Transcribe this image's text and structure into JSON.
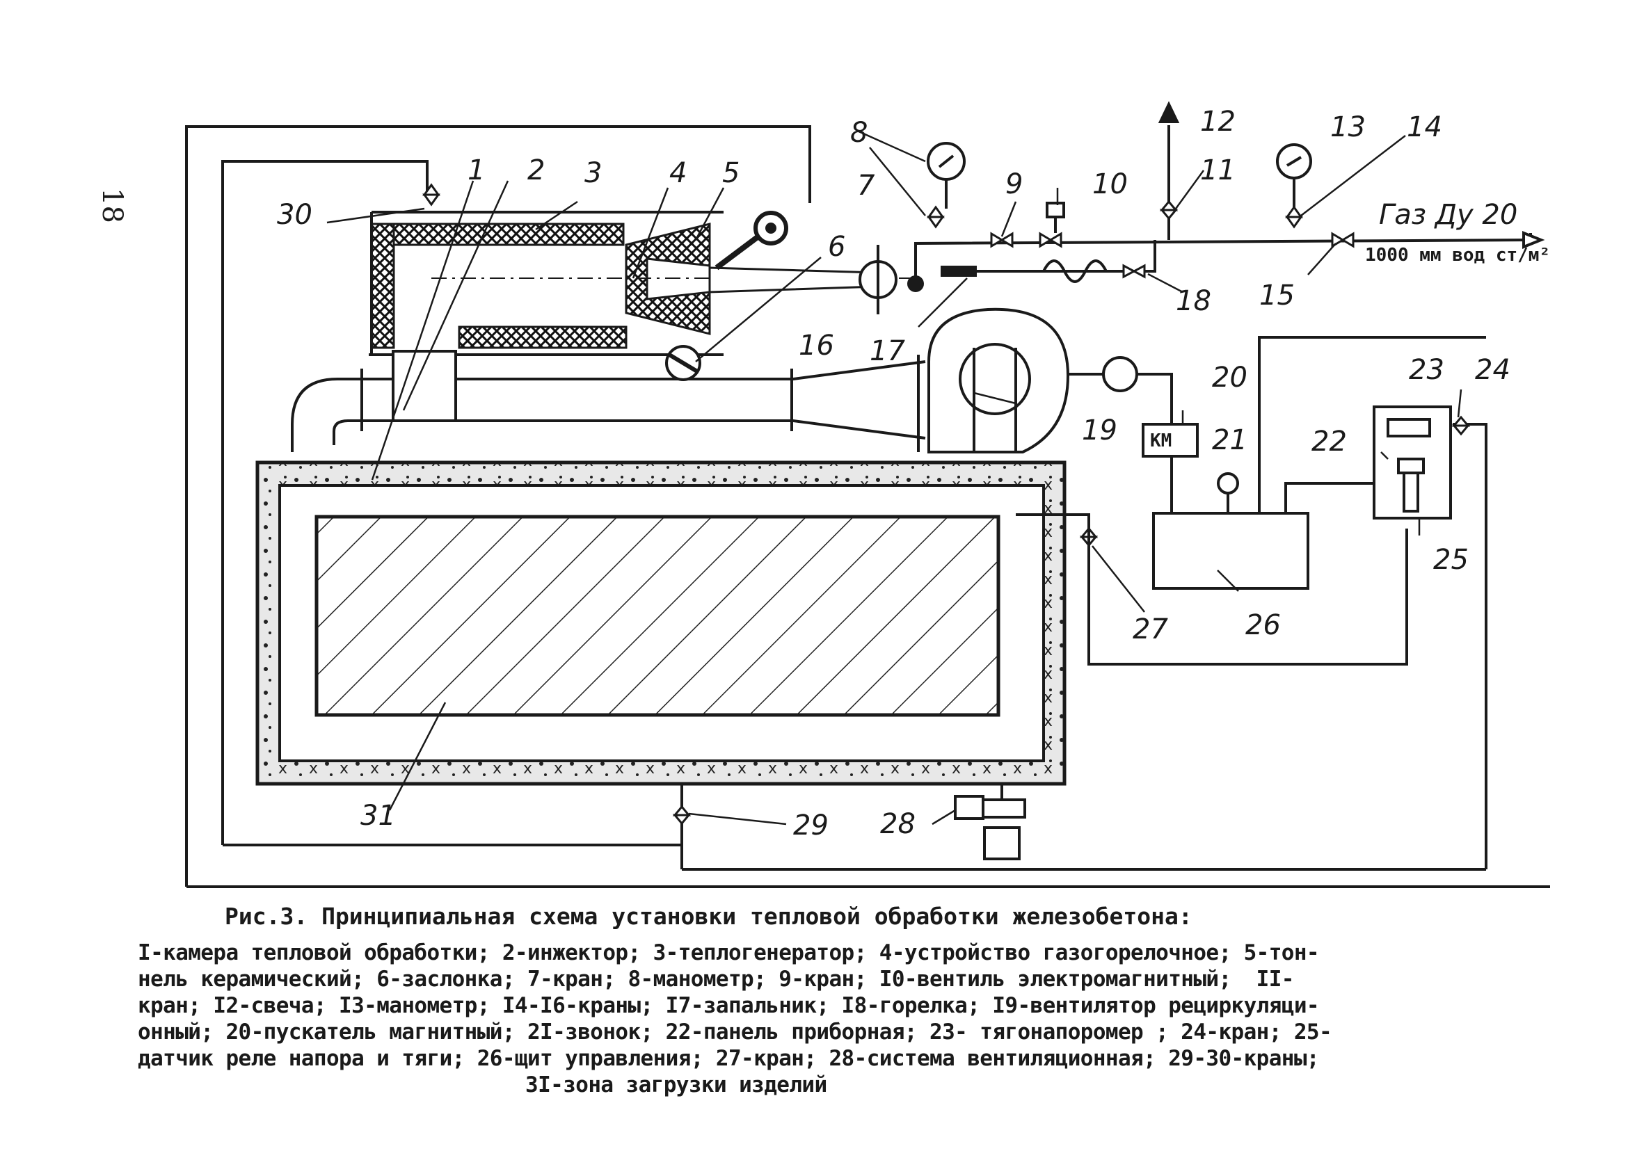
{
  "page_number": "18",
  "labels": {
    "l1": "1",
    "l2": "2",
    "l3": "3",
    "l4": "4",
    "l5": "5",
    "l6": "6",
    "l7": "7",
    "l8": "8",
    "l9": "9",
    "l10": "10",
    "l11": "11",
    "l12": "12",
    "l13": "13",
    "l14": "14",
    "l15": "15",
    "l16": "16",
    "l17": "17",
    "l18": "18",
    "l19": "19",
    "l20": "20",
    "l21": "21",
    "l22": "22",
    "l23": "23",
    "l24": "24",
    "l25": "25",
    "l26": "26",
    "l27": "27",
    "l28": "28",
    "l29": "29",
    "l30": "30",
    "l31": "31"
  },
  "gas_inlet": "Газ Ду 20",
  "gas_pressure": "1000 мм вод ст/м²",
  "starter_mark": "КМ",
  "caption": {
    "title": "Рис.3. Принципиальная схема установки тепловой обработки железобетона:",
    "lines": [
      "I-камера тепловой обработки; 2-инжектор; 3-теплогенератор; 4-устройство газогорелочное; 5-тон-",
      "нель керамический; 6-заслонка; 7-кран; 8-манометр; 9-кран; I0-вентиль электромагнитный;  II-",
      "кран; I2-свеча; I3-манометр; I4-I6-краны; I7-запальник; I8-горелка; I9-вентилятор рециркуляци-",
      "онный; 20-пускатель магнитный; 2I-звонок; 22-панель приборная; 23- тягонапоромер ; 24-кран; 25-",
      "датчик реле напора и тяги; 26-щит управления; 27-кран; 28-система вентиляционная; 29-30-краны;"
    ],
    "last_line": "3I-зона загрузки изделий"
  }
}
